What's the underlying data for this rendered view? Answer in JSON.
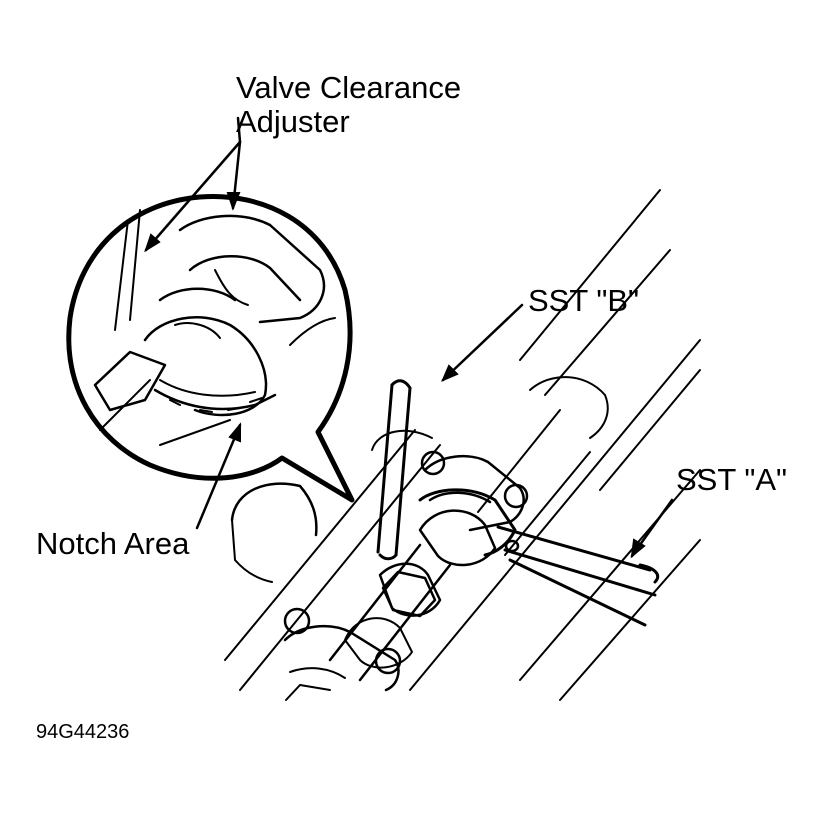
{
  "labels": {
    "valve_line1": "Valve Clearance",
    "valve_line2": "Adjuster",
    "sst_b": "SST \"B\"",
    "sst_a": "SST \"A\"",
    "notch": "Notch Area",
    "figure_id": "94G44236"
  },
  "colors": {
    "ink": "#000000",
    "paper": "#ffffff"
  }
}
